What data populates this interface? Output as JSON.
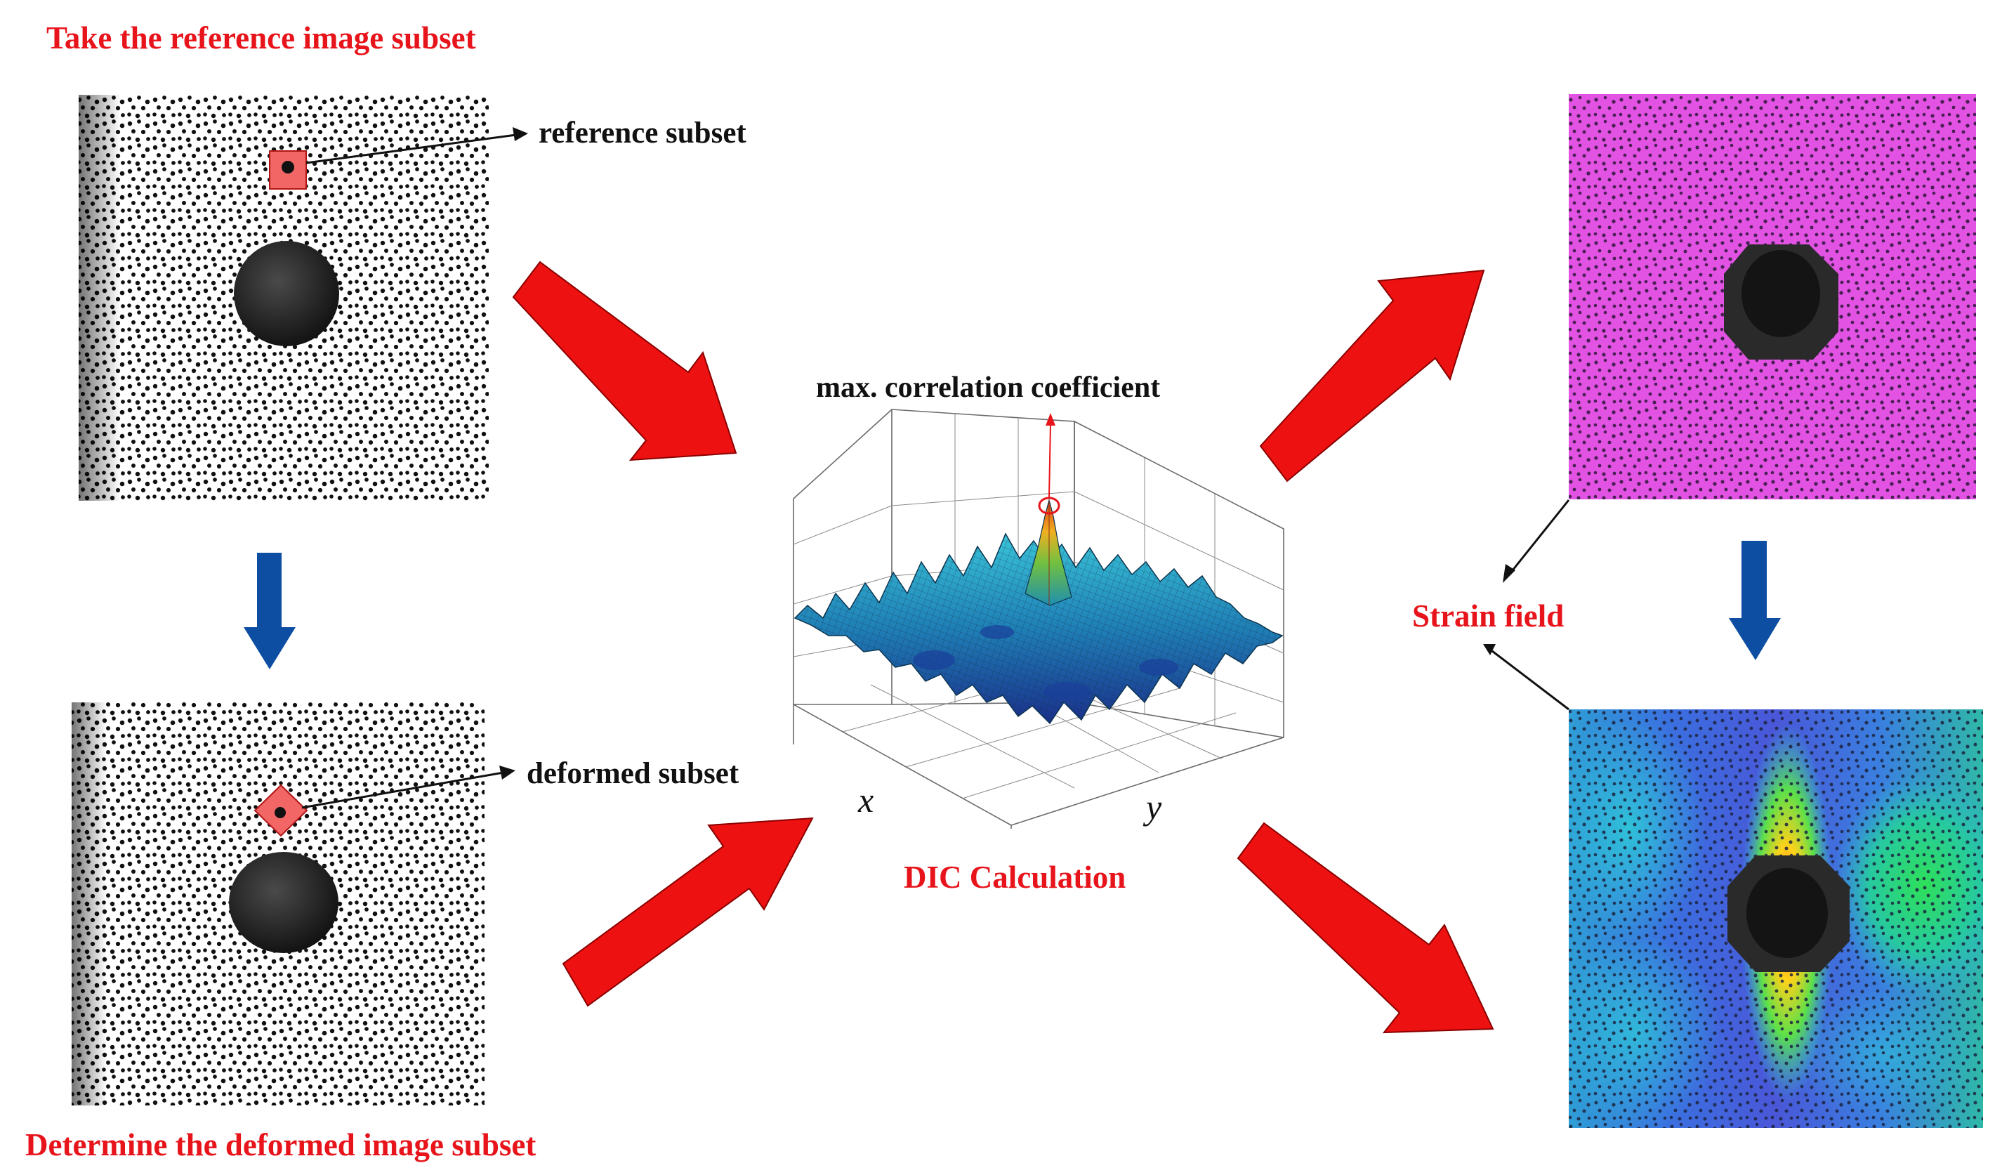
{
  "labels": {
    "reference_title": "Take the reference image subset",
    "deformed_title": "Determine the deformed image subset",
    "reference_subset": "reference subset",
    "deformed_subset": "deformed subset",
    "max_corr": "max. correlation coefficient",
    "dic": "DIC Calculation",
    "strain_field": "Strain field",
    "x_axis": "x",
    "y_axis": "y"
  },
  "colors": {
    "red_text": "#e8141b",
    "red_arrow": "#ee1111",
    "blue_arrow": "#0d4ea3",
    "magenta": "#e253e3",
    "subset_fill": "#f26666"
  }
}
